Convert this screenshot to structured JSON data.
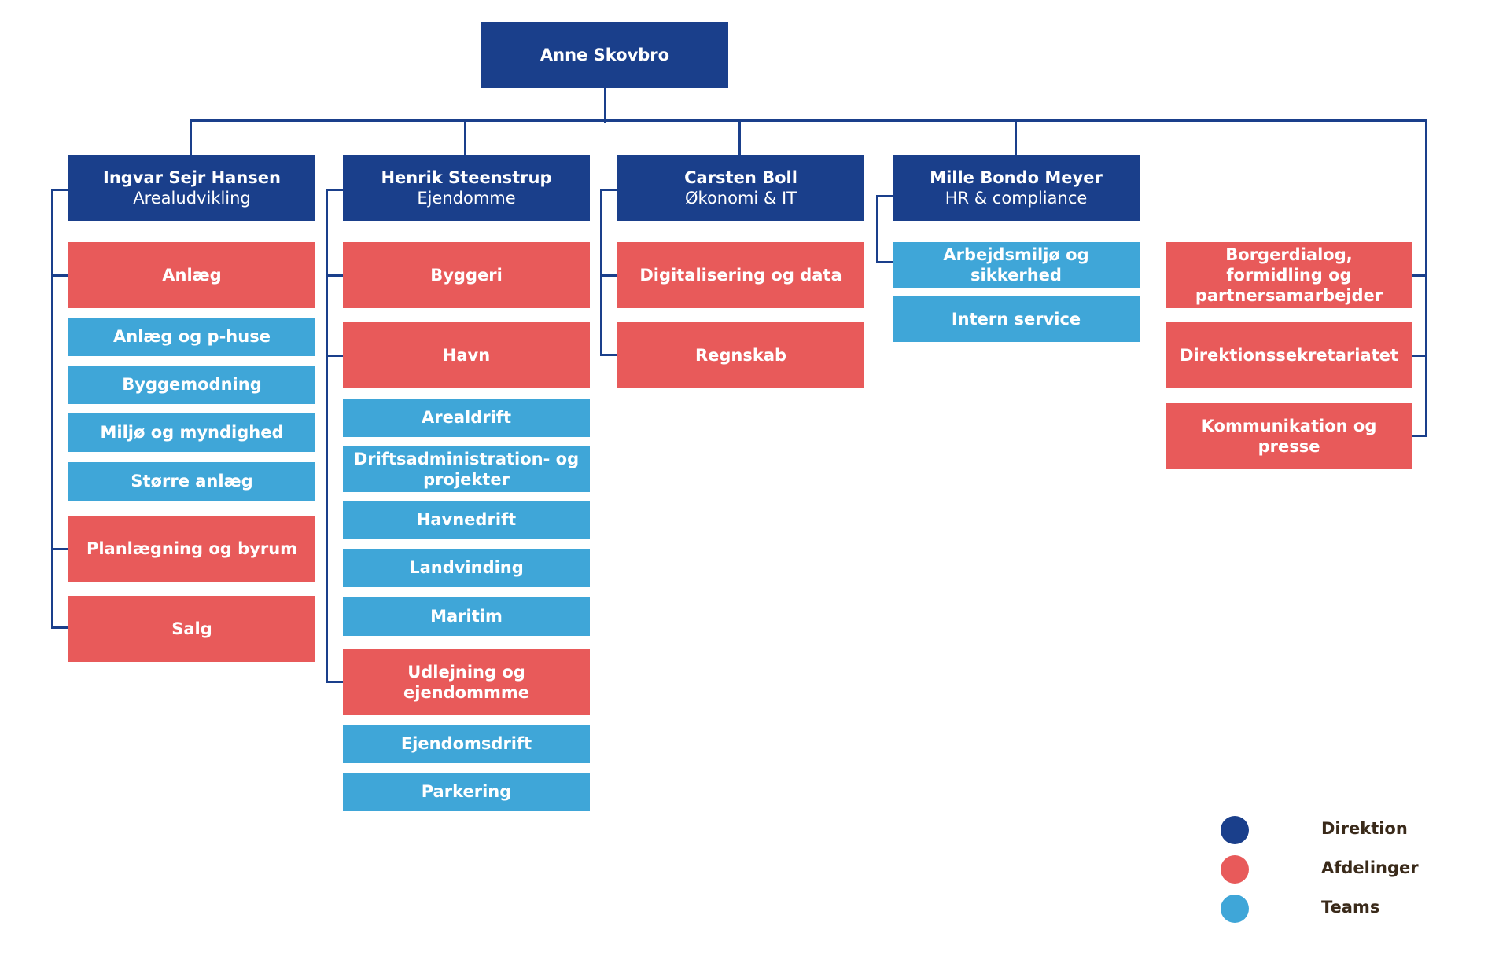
{
  "colors": {
    "direktion": "#1a3f8b",
    "afdelinger": "#e85a5a",
    "teams": "#3fa6d8"
  },
  "root": {
    "name": "Anne Skovbro"
  },
  "directors": [
    {
      "name": "Ingvar Sejr Hansen",
      "area": "Arealudvikling"
    },
    {
      "name": "Henrik Steenstrup",
      "area": "Ejendomme"
    },
    {
      "name": "Carsten Boll",
      "area": "Økonomi & IT"
    },
    {
      "name": "Mille Bondo Meyer",
      "area": "HR & compliance"
    }
  ],
  "units": {
    "col1": [
      "Anlæg",
      "Anlæg og p-huse",
      "Byggemodning",
      "Miljø og myndighed",
      "Større anlæg",
      "Planlægning og byrum",
      "Salg"
    ],
    "col2": [
      "Byggeri",
      "Havn",
      "Arealdrift",
      "Driftsadministration- og projekter",
      "Havnedrift",
      "Landvinding",
      "Maritim",
      "Udlejning og ejendommme",
      "Ejendomsdrift",
      "Parkering"
    ],
    "col3": [
      "Digitalisering og data",
      "Regnskab"
    ],
    "col4": [
      "Arbejdsmiljø og sikkerhed",
      "Intern service"
    ],
    "col5": [
      "Borgerdialog, formidling og partnersamarbejder",
      "Direktionssekretariatet",
      "Kommunikation og presse"
    ]
  },
  "legend": [
    "Direktion",
    "Afdelinger",
    "Teams"
  ]
}
